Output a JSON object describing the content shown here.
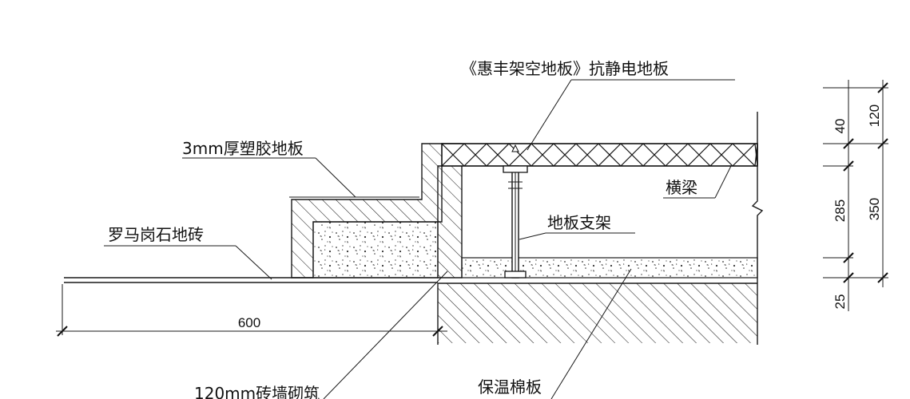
{
  "labels": {
    "raised_floor": "《惠丰架空地板》抗静电地板",
    "plastic_floor": "3mm厚塑胶地板",
    "terrazzo": "罗马岗石地砖",
    "beam": "横梁",
    "support": "地板支架",
    "brick_wall": "120mm砖墙砌筑",
    "insulation": "保温棉板"
  },
  "dims": {
    "width_600": "600",
    "d120": "120",
    "d40": "40",
    "d285": "285",
    "d350": "350",
    "d25": "25"
  }
}
